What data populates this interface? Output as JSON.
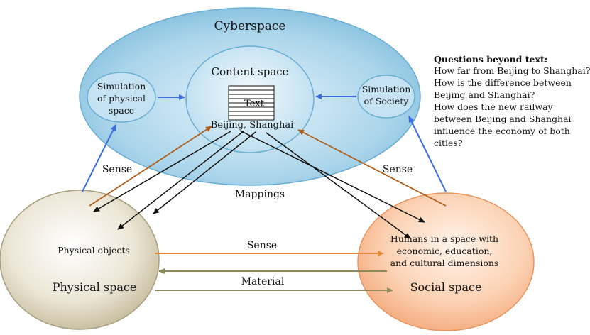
{
  "cyberspace": {
    "title": "Cyberspace",
    "content_space": {
      "title": "Content space",
      "text_label": "Text",
      "entities": "Beijing, Shanghai"
    },
    "sim_physical": [
      "Simulation",
      "of physical",
      "space"
    ],
    "sim_society": [
      "Simulation",
      "of Society"
    ]
  },
  "physical_space": {
    "title": "Physical space",
    "objects": "Physical objects"
  },
  "social_space": {
    "title": "Social space",
    "description": [
      "Humans in a space with",
      "economic, education,",
      "and cultural dimensions"
    ]
  },
  "labels": {
    "mappings": "Mappings",
    "sense_left": "Sense",
    "sense_right": "Sense",
    "sense_middle": "Sense",
    "material": "Material"
  },
  "questions": {
    "title": "Questions beyond text:",
    "lines": [
      "How far from Beijing to Shanghai?",
      "How is the difference between",
      "Beijing and Shanghai?",
      "How does the new railway",
      "between Beijing and Shanghai",
      "influence the economy of both",
      "cities?"
    ]
  },
  "colors": {
    "blue_arrow": "#3d6be0",
    "orange_arrow": "#b0601c",
    "olive_arrow": "#8c8a58",
    "black_arrow": "#111111"
  }
}
